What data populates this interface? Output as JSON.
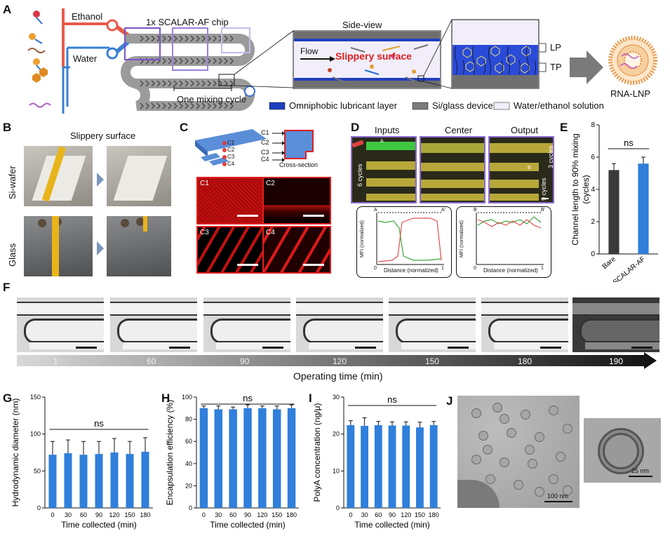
{
  "panel_labels": {
    "A": "A",
    "B": "B",
    "C": "C",
    "D": "D",
    "E": "E",
    "F": "F",
    "G": "G",
    "H": "H",
    "I": "I",
    "J": "J"
  },
  "panelA": {
    "ethanol": "Ethanol",
    "water": "Water",
    "chip_title": "1x SCALAR-AF chip",
    "mixing_cycle": "One mixing cycle",
    "side_view": "Side-view",
    "flow": "Flow",
    "slippery": "Slippery surface",
    "lp": "LP",
    "tp": "TP",
    "product": "RNA-LNP",
    "legend": [
      {
        "label": "Omniphobic lubricant layer",
        "color": "#1f3fbf"
      },
      {
        "label": "Si/glass device",
        "color": "#7a7a7a"
      },
      {
        "label": "Water/ethanol solution",
        "color": "#f1eefa"
      }
    ]
  },
  "panelB": {
    "title": "Slippery surface",
    "row1": "Si-wafer",
    "row2": "Glass"
  },
  "panelC": {
    "c_labels": [
      "C1",
      "C2",
      "C3",
      "C4"
    ],
    "cross_section": "Cross-section",
    "tiles": [
      "C1",
      "C2",
      "C3",
      "C4"
    ]
  },
  "panelD": {
    "cols": [
      "Inputs",
      "Center",
      "Output"
    ],
    "six_cycles": "6 cycles",
    "nine_cycles": "9 cycles",
    "three_cycles": "3 cycles",
    "a_label": "A",
    "a_prime": "A'",
    "b_label": "B",
    "b_prime": "B'",
    "plot_ylabel": "MFI (normalized)",
    "plot_xlabel": "Distance (normalized)",
    "tick0": "0",
    "tick1": "1",
    "line_colors": {
      "green": "#3aa63a",
      "red": "#e05050"
    }
  },
  "panelF": {
    "times": [
      "1",
      "60",
      "90",
      "120",
      "150",
      "180",
      "190"
    ],
    "axis_label": "Operating time (min)"
  },
  "panelJ": {
    "scale_main": "100 nm",
    "scale_inset": "25 nm"
  },
  "chart_data": [
    {
      "id": "E",
      "type": "bar",
      "categories": [
        "Bare",
        "SCALAR-AF"
      ],
      "values": [
        5.2,
        5.6
      ],
      "errors": [
        0.4,
        0.4
      ],
      "colors": [
        "#3a3a3a",
        "#2f7fdb"
      ],
      "ylabel": "Channel length to 90% mixing (cycles)",
      "ylabel_lines": [
        "Channel length to 90% mixing",
        "(cycles)"
      ],
      "ylim": [
        0,
        8
      ],
      "yticks": [
        "0",
        "2",
        "4",
        "6",
        "8"
      ],
      "annotation": "ns"
    },
    {
      "id": "G",
      "type": "bar",
      "categories": [
        "0",
        "30",
        "60",
        "90",
        "120",
        "150",
        "180"
      ],
      "values": [
        72,
        74,
        72,
        73,
        75,
        73,
        76
      ],
      "errors": [
        18,
        18,
        18,
        17,
        19,
        17,
        19
      ],
      "ylabel": "Hydrodynamic diameter (nm)",
      "xlabel": "Time collected  (min)",
      "ylim": [
        0,
        150
      ],
      "yticks": [
        "0",
        "50",
        "100",
        "150"
      ],
      "annotation": "ns",
      "color": "#2f7fdb"
    },
    {
      "id": "H",
      "type": "bar",
      "categories": [
        "0",
        "30",
        "60",
        "90",
        "120",
        "150",
        "180"
      ],
      "values": [
        90,
        89,
        89,
        90,
        90,
        89,
        90
      ],
      "errors": [
        2,
        3,
        2,
        3,
        2,
        3,
        3
      ],
      "ylabel": "Encapsulation efficiency (%)",
      "xlabel": "Time collected  (min)",
      "ylim": [
        0,
        100
      ],
      "yticks": [
        "0",
        "20",
        "40",
        "60",
        "80",
        "100"
      ],
      "annotation": "ns",
      "color": "#2f7fdb"
    },
    {
      "id": "I",
      "type": "bar",
      "categories": [
        "0",
        "30",
        "60",
        "90",
        "120",
        "150",
        "180"
      ],
      "values": [
        22.4,
        22.2,
        22.4,
        22.3,
        22.3,
        21.8,
        22.4
      ],
      "errors": [
        1.2,
        2.2,
        1.0,
        1.0,
        1.0,
        1.4,
        1.0
      ],
      "ylabel": "PolyA concentration (ng/μ)",
      "xlabel": "Time collected  (min)",
      "ylim": [
        0,
        30
      ],
      "yticks": [
        "0",
        "10",
        "20",
        "30"
      ],
      "annotation": "ns",
      "color": "#2f7fdb"
    }
  ]
}
